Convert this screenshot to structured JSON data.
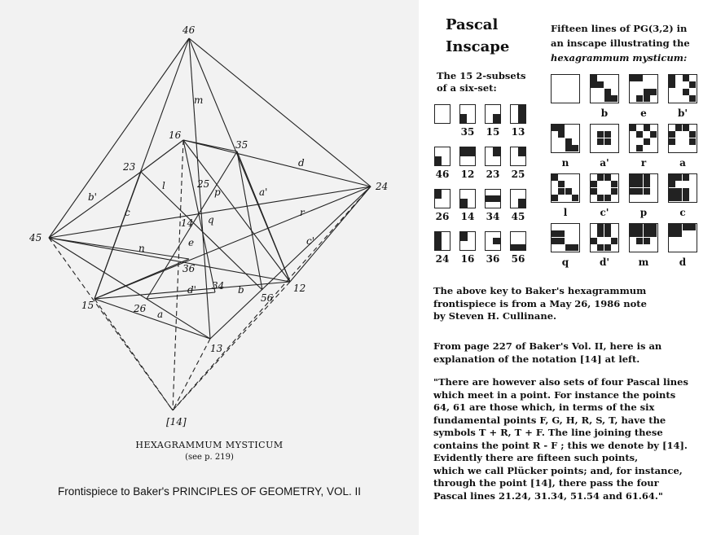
{
  "diagram": {
    "points": [
      {
        "id": "46",
        "label": "46"
      },
      {
        "id": "16",
        "label": "16"
      },
      {
        "id": "35",
        "label": "35"
      },
      {
        "id": "23",
        "label": "23"
      },
      {
        "id": "24",
        "label": "24"
      },
      {
        "id": "45",
        "label": "45"
      },
      {
        "id": "25",
        "label": "25"
      },
      {
        "id": "14",
        "label": "14"
      },
      {
        "id": "36",
        "label": "36"
      },
      {
        "id": "12",
        "label": "12"
      },
      {
        "id": "15",
        "label": "15"
      },
      {
        "id": "26",
        "label": "26"
      },
      {
        "id": "34",
        "label": "34"
      },
      {
        "id": "56",
        "label": "56"
      },
      {
        "id": "13",
        "label": "13"
      },
      {
        "id": "b14",
        "label": "[14]"
      }
    ],
    "line_labels": [
      "m",
      "d",
      "b'",
      "l",
      "p",
      "a'",
      "c",
      "q",
      "r",
      "e",
      "c'",
      "n",
      "d'",
      "b",
      "a"
    ],
    "caption": "HEXAGRAMMUM MYSTICUM",
    "caption_sub": "(see p. 219)",
    "frontispiece": "Frontispiece to Baker's PRINCIPLES OF GEOMETRY, VOL. II"
  },
  "title": [
    "Pascal",
    "Inscape"
  ],
  "subsets": {
    "heading": [
      "The 15 2-subsets",
      "of a six-set:"
    ],
    "labels": [
      "",
      "35",
      "15",
      "13",
      "46",
      "12",
      "23",
      "25",
      "26",
      "14",
      "34",
      "45",
      "24",
      "16",
      "36",
      "56"
    ]
  },
  "pg": {
    "heading": [
      "Fifteen lines of PG(3,2) in",
      "an inscape illustrating the",
      "hexagrammum mysticum:"
    ],
    "labels": [
      "",
      "b",
      "e",
      "b'",
      "n",
      "a'",
      "r",
      "a",
      "l",
      "c'",
      "p",
      "c",
      "q",
      "d'",
      "m",
      "d"
    ]
  },
  "texts": {
    "key_note": [
      "The above key to Baker's hexagrammum",
      "frontispiece is from a May 26, 1986 note",
      "by Steven H. Cullinane."
    ],
    "page_note": [
      "From page 227 of Baker's Vol. II, here is an",
      "explanation of the notation [14] at left."
    ],
    "quote": [
      "\"There are however also sets of four Pascal lines",
      "which meet in a point. For instance the points",
      "64, 61 are those which, in terms of the six",
      "fundamental points F, G, H, R, S, T, have the",
      "symbols T + R, T + F. The line joining these",
      "contains the point R - F ; this we denote by [14].",
      "Evidently there are fifteen such points,",
      "which we call Plücker points; and, for instance,",
      "through the point [14], there pass the four",
      "Pascal lines 21.24, 31.34, 51.54 and 61.64.\""
    ]
  }
}
